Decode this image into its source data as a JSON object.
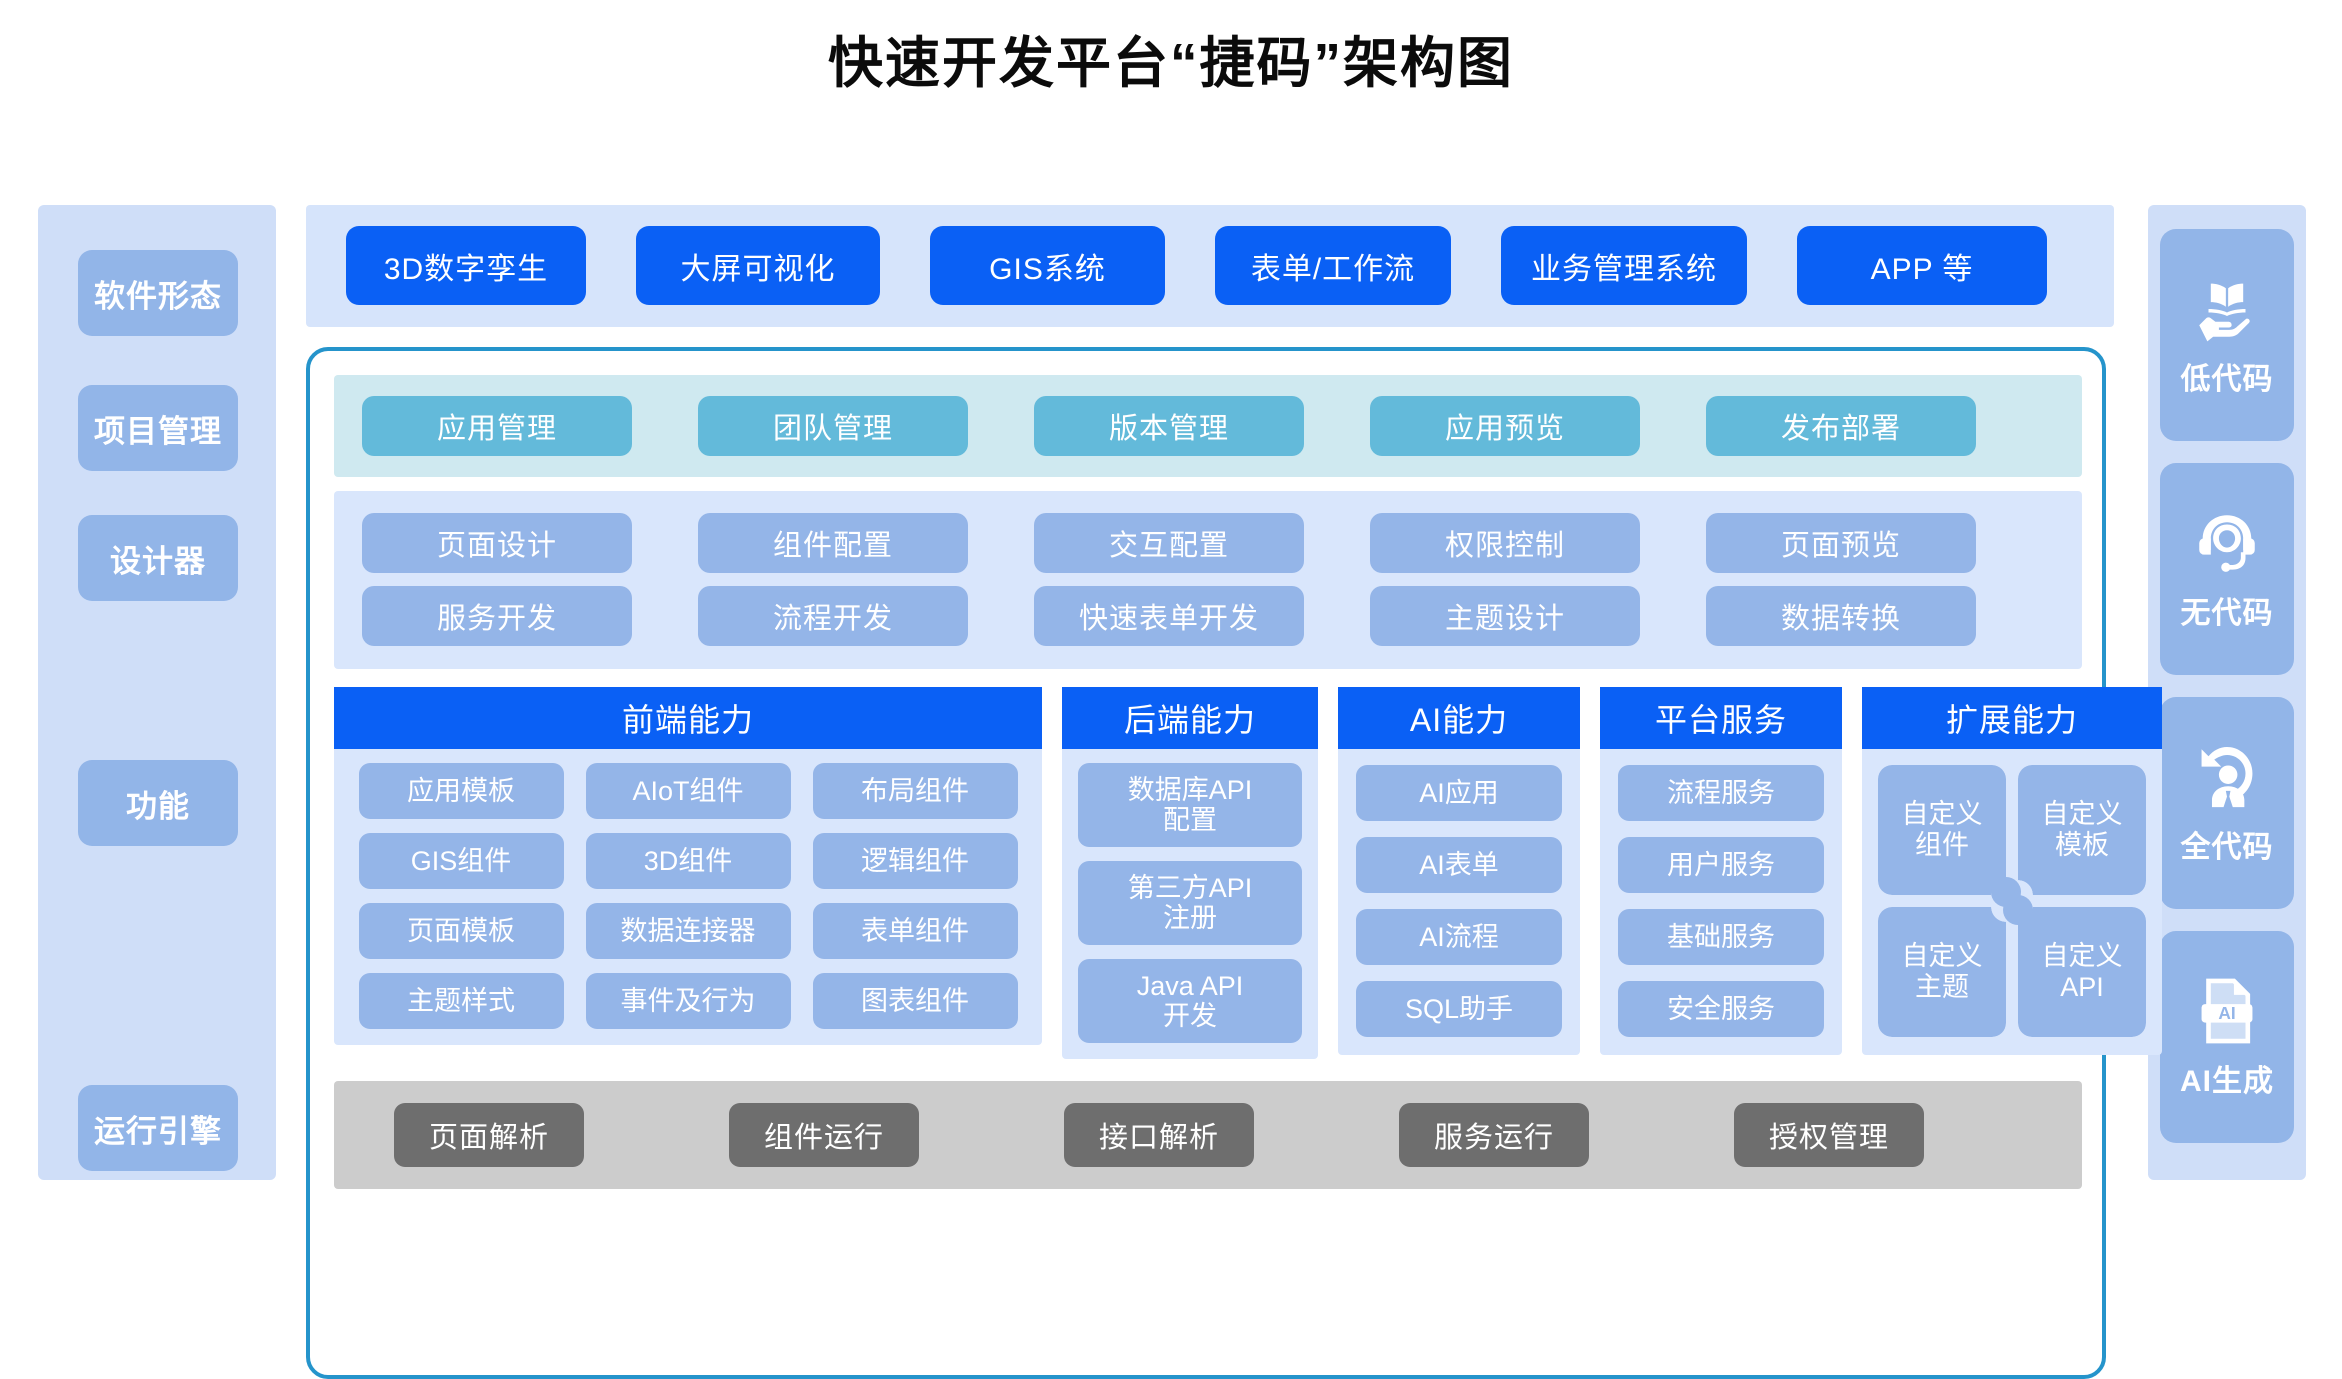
{
  "title": "快速开发平台“捷码”架构图",
  "left_rail": {
    "items": [
      {
        "label": "软件形态"
      },
      {
        "label": "项目管理"
      },
      {
        "label": "设计器"
      },
      {
        "label": "功能"
      },
      {
        "label": "运行引擎"
      }
    ]
  },
  "right_rail": {
    "items": [
      {
        "label": "低代码",
        "icon": "book-on-hand-icon"
      },
      {
        "label": "无代码",
        "icon": "headset-agent-icon"
      },
      {
        "label": "全代码",
        "icon": "person-refresh-icon"
      },
      {
        "label": "AI生成",
        "icon": "ai-document-icon"
      }
    ]
  },
  "software_forms": {
    "items": [
      "3D数字孪生",
      "大屏可视化",
      "GIS系统",
      "表单/工作流",
      "业务管理系统",
      "APP 等"
    ]
  },
  "project_management": {
    "items": [
      "应用管理",
      "团队管理",
      "版本管理",
      "应用预览",
      "发布部署"
    ]
  },
  "designer": {
    "row1": [
      "页面设计",
      "组件配置",
      "交互配置",
      "权限控制",
      "页面预览"
    ],
    "row2": [
      "服务开发",
      "流程开发",
      "快速表单开发",
      "主题设计",
      "数据转换"
    ]
  },
  "functions": {
    "frontend": {
      "title": "前端能力",
      "items": [
        "应用模板",
        "AIoT组件",
        "布局组件",
        "GIS组件",
        "3D组件",
        "逻辑组件",
        "页面模板",
        "数据连接器",
        "表单组件",
        "主题样式",
        "事件及行为",
        "图表组件"
      ]
    },
    "backend": {
      "title": "后端能力",
      "items": [
        "数据库API\n配置",
        "第三方API\n注册",
        "Java API\n开发"
      ]
    },
    "ai": {
      "title": "AI能力",
      "items": [
        "AI应用",
        "AI表单",
        "AI流程",
        "SQL助手"
      ]
    },
    "platform": {
      "title": "平台服务",
      "items": [
        "流程服务",
        "用户服务",
        "基础服务",
        "安全服务"
      ]
    },
    "extension": {
      "title": "扩展能力",
      "items": [
        "自定义\n组件",
        "自定义\n模板",
        "自定义\n主题",
        "自定义\nAPI"
      ]
    }
  },
  "runtime_engine": {
    "items": [
      "页面解析",
      "组件运行",
      "接口解析",
      "服务运行",
      "授权管理"
    ]
  },
  "colors": {
    "primary_blue": "#0a60f5",
    "rail_chip": "#92b5e8",
    "rail_bg": "#cfdef8",
    "pm_band": "#cfe9f0",
    "pm_chip": "#63bada",
    "designer_band": "#d9e6fc",
    "designer_chip": "#94b5e8",
    "runtime_band": "#cccccc",
    "runtime_chip": "#6e6e6e",
    "container_border": "#2594cb"
  }
}
